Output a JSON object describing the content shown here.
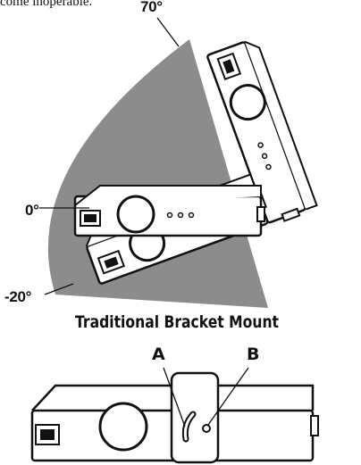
{
  "text_fragment": "come inoperable.",
  "angles": {
    "top": "70°",
    "middle": "0°",
    "bottom": "-20°"
  },
  "caption": "Traditional Bracket Mount",
  "labels": {
    "a": "A",
    "b": "B"
  },
  "colors": {
    "ink": "#111111",
    "arc_fill": "#8c8c8c",
    "paper": "#ffffff"
  }
}
